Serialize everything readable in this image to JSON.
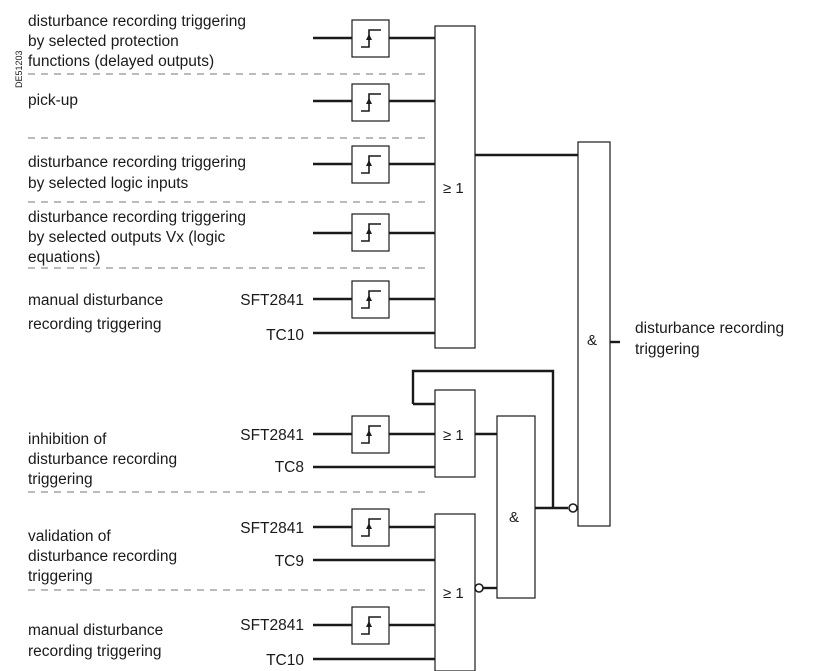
{
  "code": "DE51203",
  "inputs": {
    "protection": [
      "disturbance recording triggering",
      "by selected protection",
      "functions (delayed outputs)"
    ],
    "pickup": [
      "pick-up"
    ],
    "logic_inputs": [
      "disturbance recording triggering",
      "by selected logic inputs"
    ],
    "outputs_vx": [
      "disturbance recording triggering",
      "by selected outputs Vx (logic",
      "equations)"
    ],
    "manual1": [
      "manual disturbance",
      "recording triggering"
    ],
    "inhibition": [
      "inhibition of",
      "disturbance recording",
      "triggering"
    ],
    "validation": [
      "validation of",
      "disturbance recording",
      "triggering"
    ],
    "manual2": [
      "manual disturbance",
      "recording triggering"
    ]
  },
  "signals": {
    "sft1": "SFT2841",
    "tc10a": "TC10",
    "sft2": "SFT2841",
    "tc8": "TC8",
    "sft3": "SFT2841",
    "tc9": "TC9",
    "sft4": "SFT2841",
    "tc10b": "TC10"
  },
  "gates": {
    "or_main": "≥ 1",
    "or_inhibit": "≥ 1",
    "or_validate": "≥ 1",
    "and_mid": "&",
    "and_final": "&"
  },
  "output": [
    "disturbance recording",
    "triggering"
  ]
}
